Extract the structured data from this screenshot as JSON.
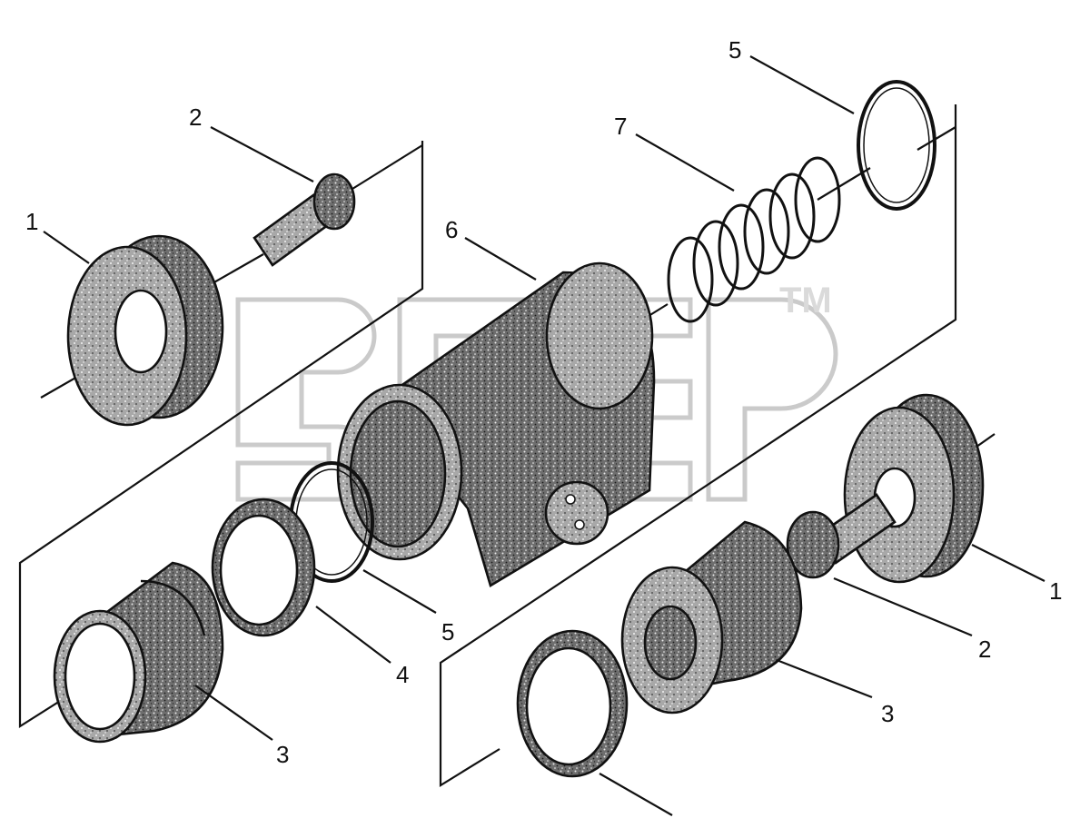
{
  "callouts": [
    {
      "id": "top-left-1",
      "label": "1"
    },
    {
      "id": "top-left-2",
      "label": "2"
    },
    {
      "id": "body-6",
      "label": "6"
    },
    {
      "id": "spring-7",
      "label": "7"
    },
    {
      "id": "top-5",
      "label": "5"
    },
    {
      "id": "right-1",
      "label": "1"
    },
    {
      "id": "right-2",
      "label": "2"
    },
    {
      "id": "right-3",
      "label": "3"
    },
    {
      "id": "center-5",
      "label": "5"
    },
    {
      "id": "center-4",
      "label": "4"
    },
    {
      "id": "bottom-left-3",
      "label": "3"
    }
  ],
  "watermark": {
    "mark": "TM"
  },
  "colors": {
    "ink": "#111111",
    "shade_dark": "#3a3a3a",
    "shade_mid": "#7a7a7a",
    "watermark": "#bdbdbd"
  }
}
